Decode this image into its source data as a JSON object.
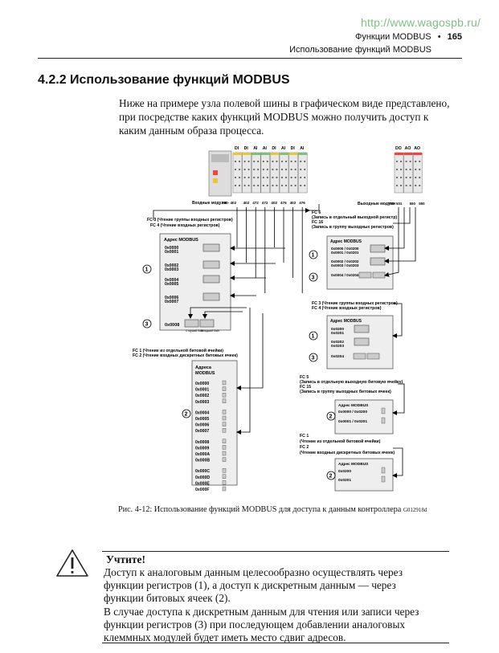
{
  "watermark": "http://www.wagospb.ru/",
  "header": {
    "chapter": "Функции MODBUS",
    "bullet": "•",
    "page": "165",
    "subsection": "Использование функций MODBUS"
  },
  "section": {
    "title": "4.2.2 Использование функций MODBUS",
    "intro": "Ниже на примере узла полевой шины в графическом виде представлено, при посредстве каких функций MODBUS можно получить доступ к каким данным образа процесса."
  },
  "diagram": {
    "input_types": [
      "DI",
      "DI",
      "AI",
      "AI",
      "DI",
      "AI",
      "DI",
      "AI"
    ],
    "input_modules_label": "Входные модули",
    "input_module_numbers": [
      "750- 402",
      "402",
      "472",
      "472",
      "402",
      "476",
      "402",
      "476"
    ],
    "output_types": [
      "DO",
      "AO",
      "AO"
    ],
    "output_modules_label": "Выходные модули",
    "output_module_numbers": [
      "750- 501",
      "550",
      "550"
    ],
    "fc_read_registers": [
      "FC 3 (Чтение группы входных регистров)",
      "FC 4 (Чтение входных регистров)"
    ],
    "modbus_address_label": "Адрес MODBUS",
    "in_reg_addresses": [
      "0x0000",
      "0x0001",
      "0x0002",
      "0x0003",
      "0x0004",
      "0x0005",
      "0x0006",
      "0x0007"
    ],
    "mark_1": "1",
    "mark_2": "2",
    "mark_3": "3",
    "in_reg_addr_3": "0x0008",
    "byte_labels": [
      "Старший байт",
      "Младший байт"
    ],
    "fc_read_bits": [
      "FC 1 (Чтение из отдельной битовой ячейки)",
      "FC 2 (Чтение входных дискретных битовых ячеек)"
    ],
    "bits_address_label": [
      "Адреса",
      "MODBUS"
    ],
    "in_bit_addresses": [
      "0x0000",
      "0x0001",
      "0x0002",
      "0x0003",
      "0x0004",
      "0x0005",
      "0x0006",
      "0x0007",
      "0x0008",
      "0x0009",
      "0x000A",
      "0x000B",
      "0x000C",
      "0x000D",
      "0x000E",
      "0x000F"
    ],
    "fc_write_registers": [
      "FC 6",
      "(Запись в отдельный выходной регистр)",
      "FC 16",
      "(Запись в группу выходных регистров)"
    ],
    "out_reg_addresses": [
      "0x0000 / 0x0200",
      "0x0001 / 0x0201",
      "0x0002 / 0x0202",
      "0x0003 / 0x0203"
    ],
    "out_reg_addr_3": "0x0004 / 0x0204",
    "fc_read_out_registers": [
      "FC 3 (Чтение группы входных регистров)",
      "FC 4 (Чтение входных регистров)"
    ],
    "out_read_addresses": [
      "0x0200",
      "0x0201",
      "0x0202",
      "0x0203"
    ],
    "out_read_addr_3": "0x0204",
    "fc_write_bits": [
      "FC 5",
      "(Запись в отдельную выходную битовую ячейку)",
      "FC 15",
      "(Запись в группу выходных битовых ячеек)"
    ],
    "out_bit_addresses": [
      "0x0000 / 0x0200",
      "0x0001 / 0x0201"
    ],
    "fc_read_out_bits": [
      "FC 1",
      "(Чтение из отдельной битовой ячейки)",
      "FC 2",
      "(Чтение входных дискретных битовых ячеек)"
    ],
    "out_bit_read_addresses": [
      "0x0200",
      "0x0201"
    ]
  },
  "caption": {
    "text": "Рис. 4-12: Использование функций MODBUS для доступа к данным контроллера",
    "code": "G012918d"
  },
  "note": {
    "title": "Учтите!",
    "lines": [
      "Доступ к аналоговым данным целесообразно осуществлять через",
      "функции регистров (1), а доступ к дискретным данным — через",
      "функции битовых ячеек (2).",
      "В случае доступа к дискретным данным для чтения или записи через",
      "функции регистров (3) при последующем добавлении аналоговых",
      "клеммных модулей будет иметь место сдвиг адресов."
    ]
  }
}
